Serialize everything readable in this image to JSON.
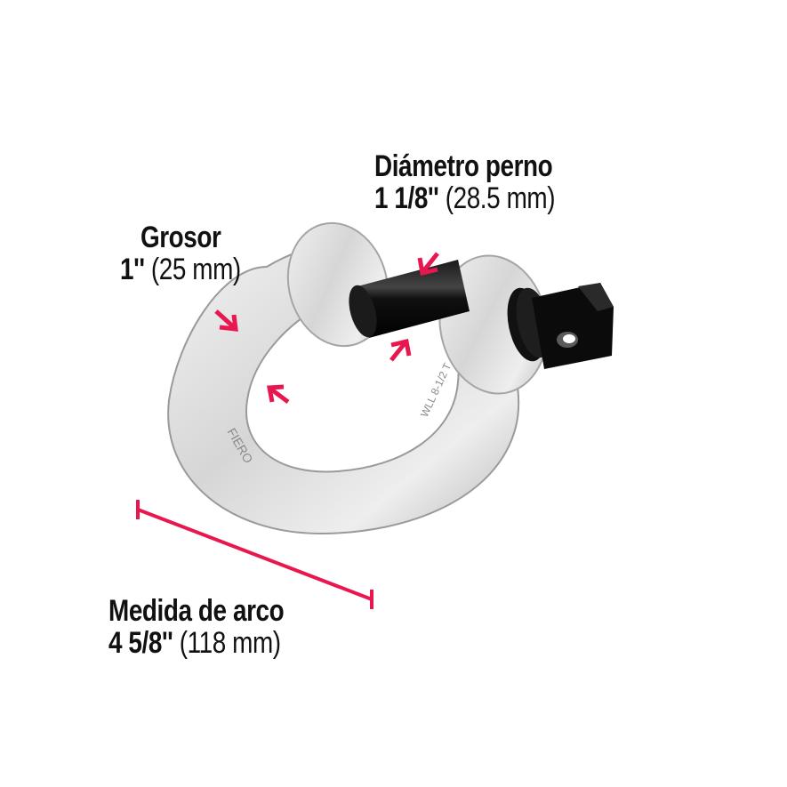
{
  "annotations": {
    "pin_diameter": {
      "title": "Diámetro perno",
      "imperial": "1 1/8''",
      "metric": "(28.5 mm)"
    },
    "thickness": {
      "title": "Grosor",
      "imperial": "1''",
      "metric": "(25 mm)"
    },
    "arc_size": {
      "title": "Medida de arco",
      "imperial": "4 5/8''",
      "metric": "(118 mm)"
    }
  },
  "product": {
    "name": "Galvanized bow shackle with black screw pin",
    "stamped_markings": [
      "FIERO",
      "WLL 8-1/2 T"
    ]
  },
  "colors": {
    "accent": "#e8174f",
    "text": "#111111",
    "metal": "#d9d9d9",
    "pin": "#0b0b0b",
    "background": "#ffffff"
  }
}
